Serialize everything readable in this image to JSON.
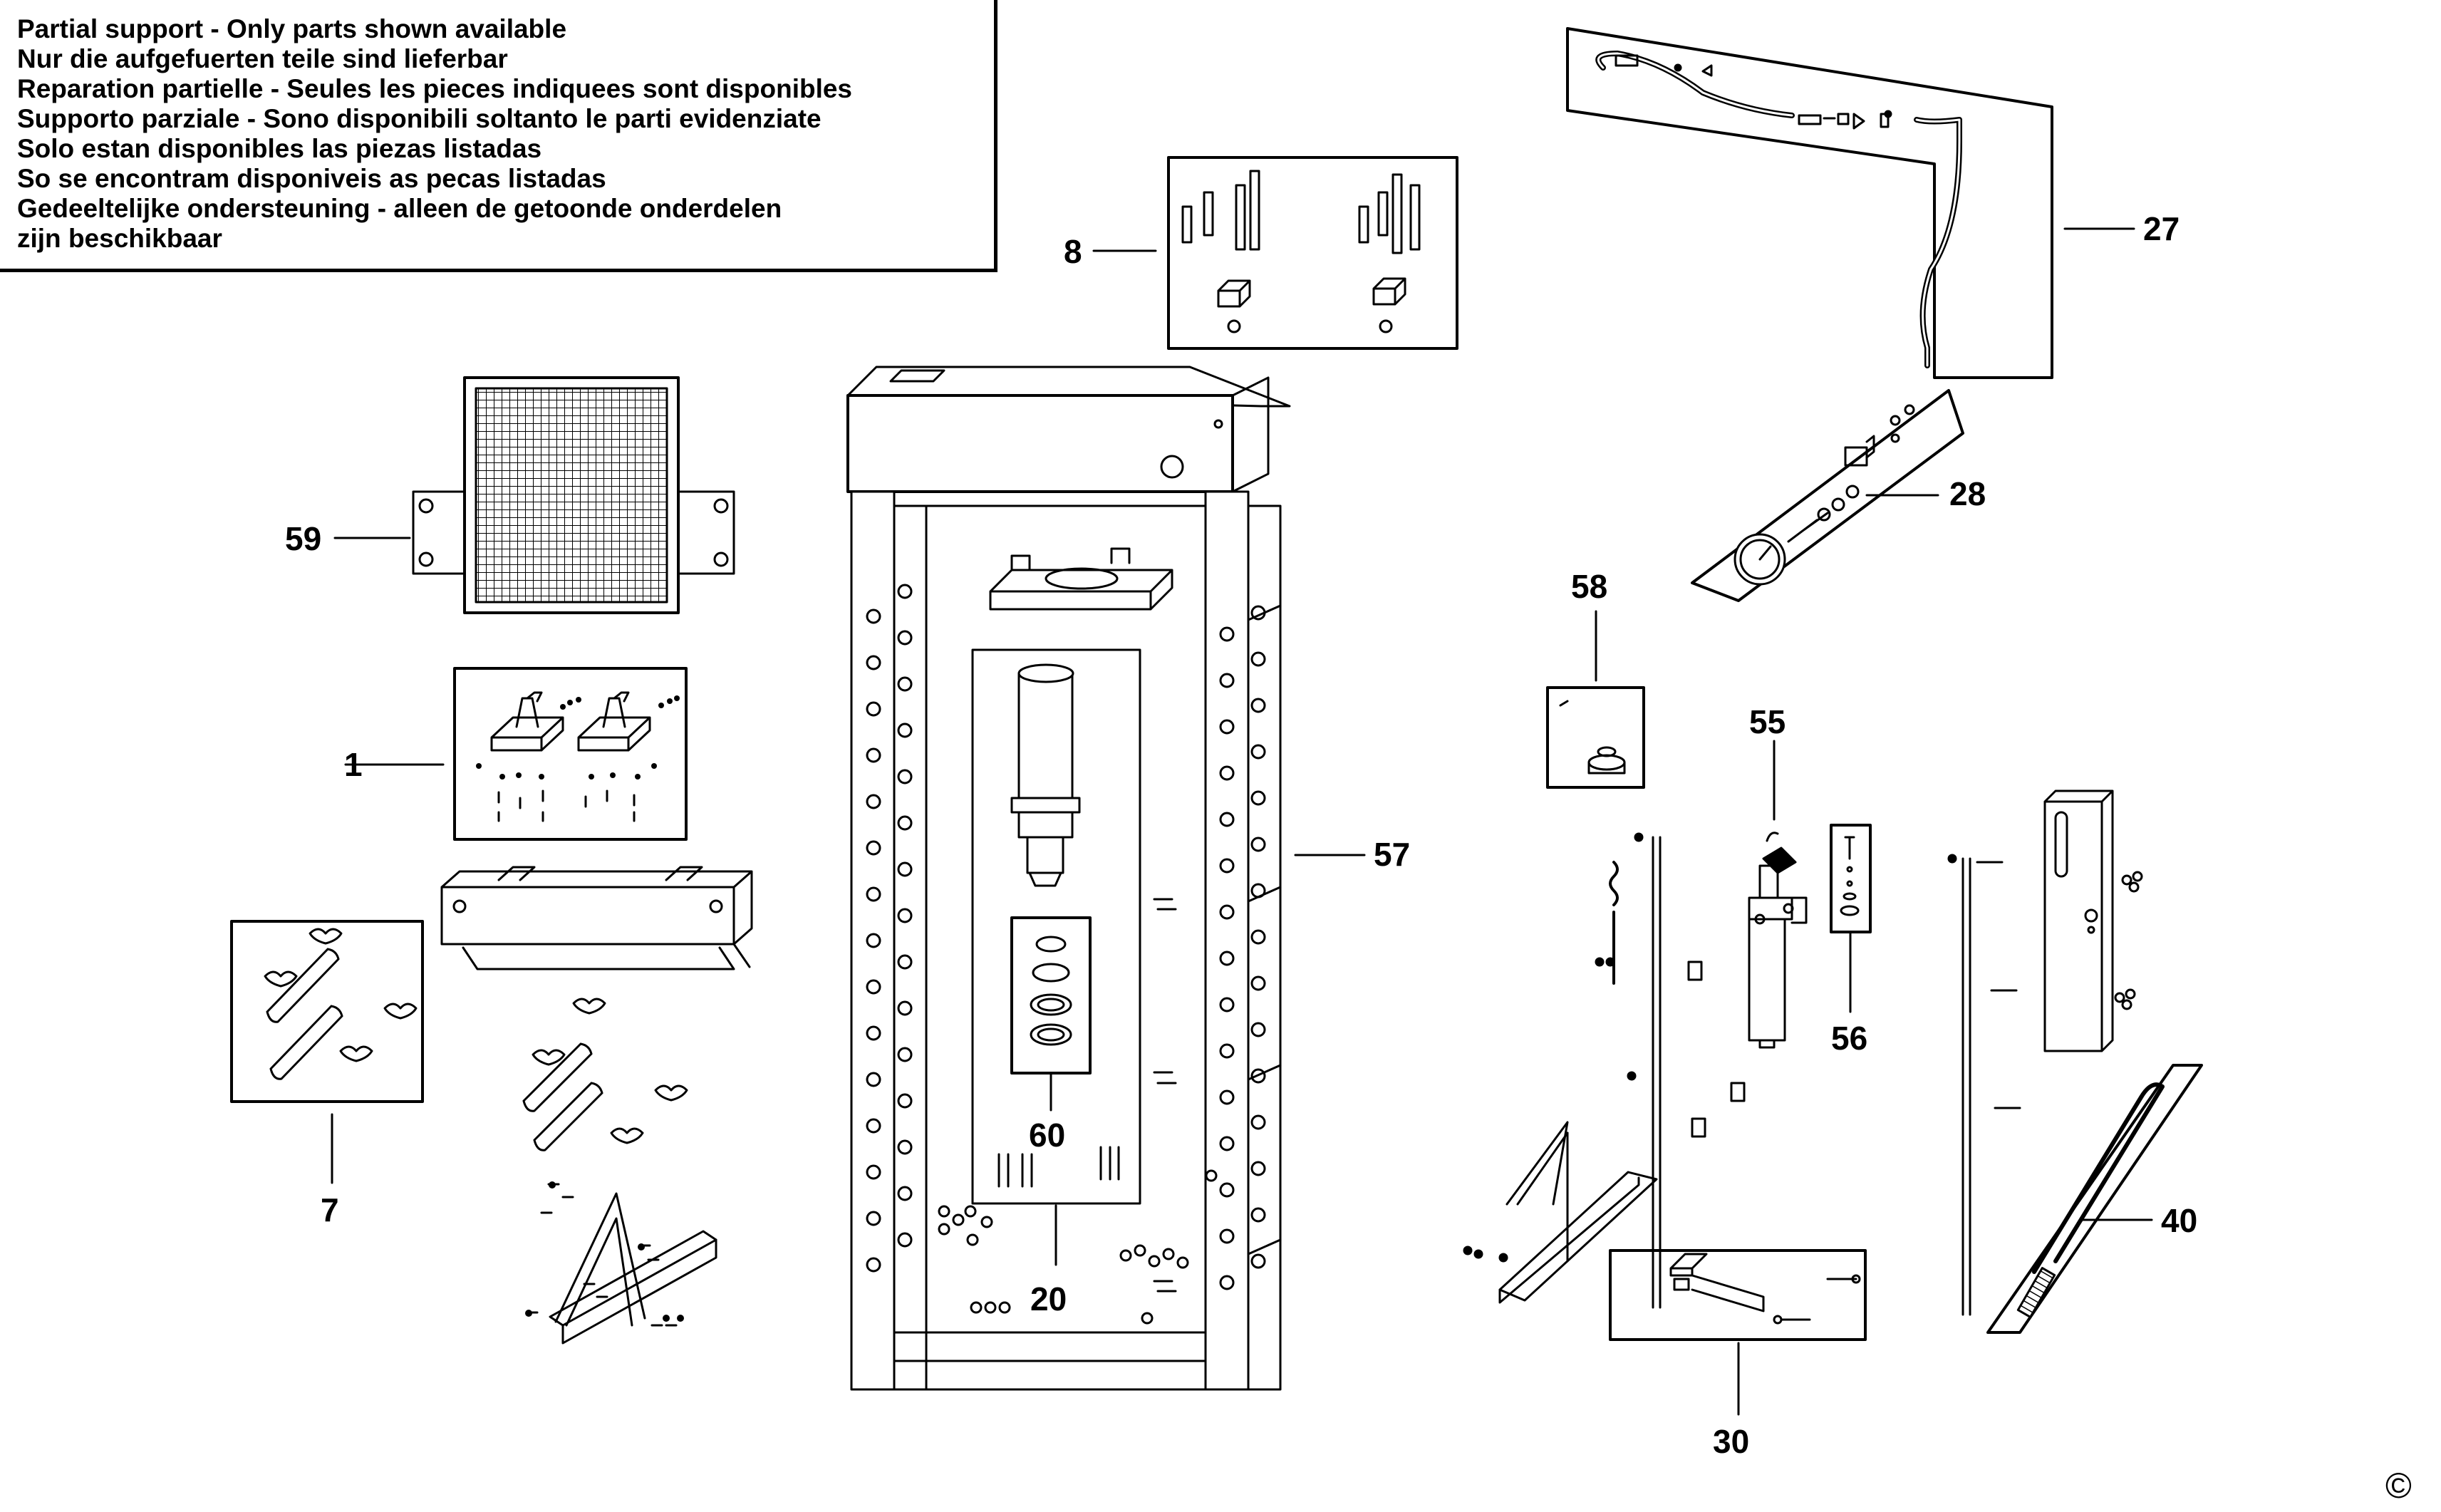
{
  "notice": [
    "Partial support - Only parts shown available",
    "Nur die aufgefuerten teile sind lieferbar",
    "Reparation partielle - Seules les pieces indiquees sont disponibles",
    "Supporto parziale - Sono disponibili soltanto le parti evidenziate",
    "Solo estan disponibles las piezas listadas",
    "So se encontram disponiveis as pecas listadas",
    "Gedeeltelijke ondersteuning - alleen de getoonde onderdelen",
    "zijn beschikbaar"
  ],
  "parts": {
    "p1": "1",
    "p7": "7",
    "p8": "8",
    "p20": "20",
    "p27": "27",
    "p28": "28",
    "p30": "30",
    "p40": "40",
    "p55": "55",
    "p56": "56",
    "p57": "57",
    "p58": "58",
    "p59": "59",
    "p60": "60"
  },
  "copyright": "©"
}
